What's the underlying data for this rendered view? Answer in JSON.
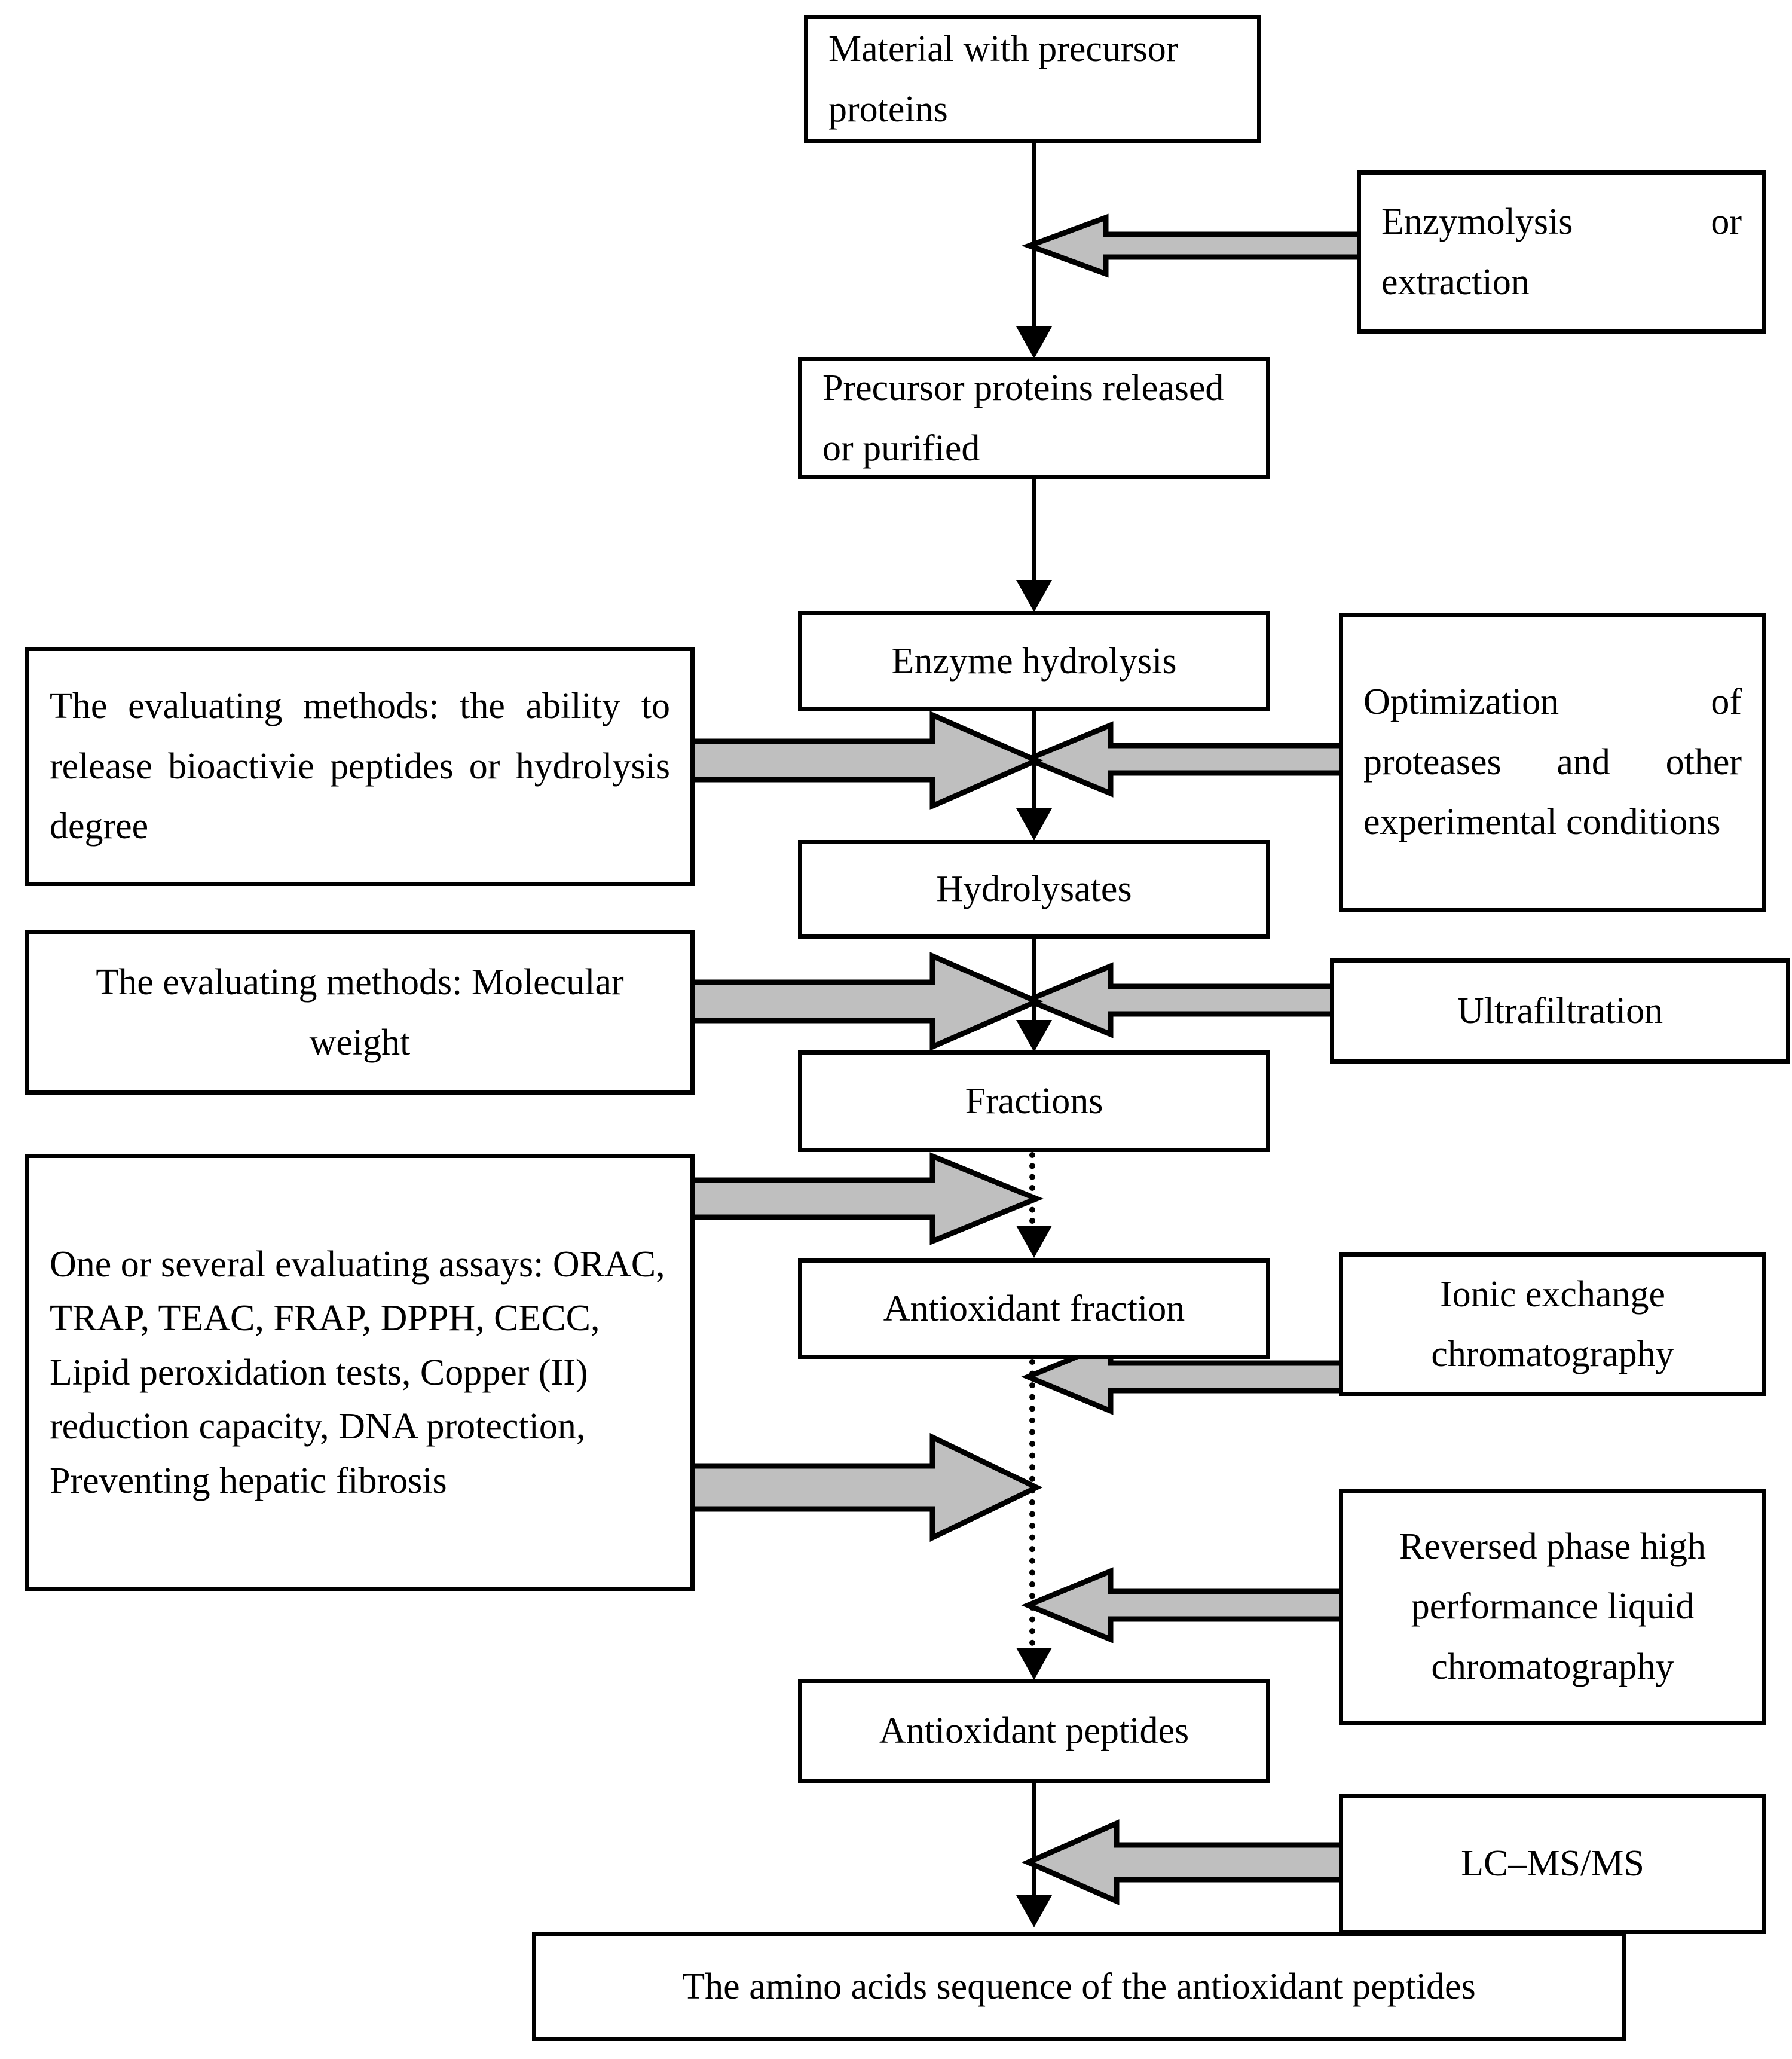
{
  "diagram": {
    "title": "Flowchart for preparation and identification of antioxidant peptides",
    "colors": {
      "arrow_fill": "#BFBFBF",
      "outline": "#000000",
      "background": "#FFFFFF"
    },
    "flow_nodes": [
      {
        "id": "material",
        "label": "Material with precursor proteins"
      },
      {
        "id": "precursor",
        "label": "Precursor proteins released or purified"
      },
      {
        "id": "enzyme",
        "label": "Enzyme hydrolysis"
      },
      {
        "id": "hydrolysates",
        "label": "Hydrolysates"
      },
      {
        "id": "fractions",
        "label": "Fractions"
      },
      {
        "id": "antiox_frac",
        "label": "Antioxidant fraction"
      },
      {
        "id": "antiox_pept",
        "label": "Antioxidant peptides"
      },
      {
        "id": "sequence",
        "label": "The amino acids sequence of the antioxidant peptides"
      }
    ],
    "right_nodes": [
      {
        "id": "enzymolysis",
        "label": "Enzymolysis or extraction"
      },
      {
        "id": "optimization",
        "label": "Optimization of proteases and other experimental conditions"
      },
      {
        "id": "ultrafiltration",
        "label": "Ultrafiltration"
      },
      {
        "id": "ionic",
        "label": "Ionic exchange chromatography"
      },
      {
        "id": "rphplc",
        "label": "Reversed phase high performance liquid chromatography"
      },
      {
        "id": "lcmsms",
        "label": "LC–MS/MS"
      }
    ],
    "left_nodes": [
      {
        "id": "eval_ability",
        "label": "The evaluating methods: the ability to release bioactivie peptides or hydrolysis degree"
      },
      {
        "id": "eval_mw",
        "label": "The evaluating methods: Molecular weight"
      },
      {
        "id": "eval_assays",
        "label": "One or several evaluating assays: ORAC, TRAP, TEAC, FRAP, DPPH, CECC, Lipid peroxidation tests, Copper (II) reduction capacity, DNA protection, Preventing hepatic fibrosis"
      }
    ]
  }
}
